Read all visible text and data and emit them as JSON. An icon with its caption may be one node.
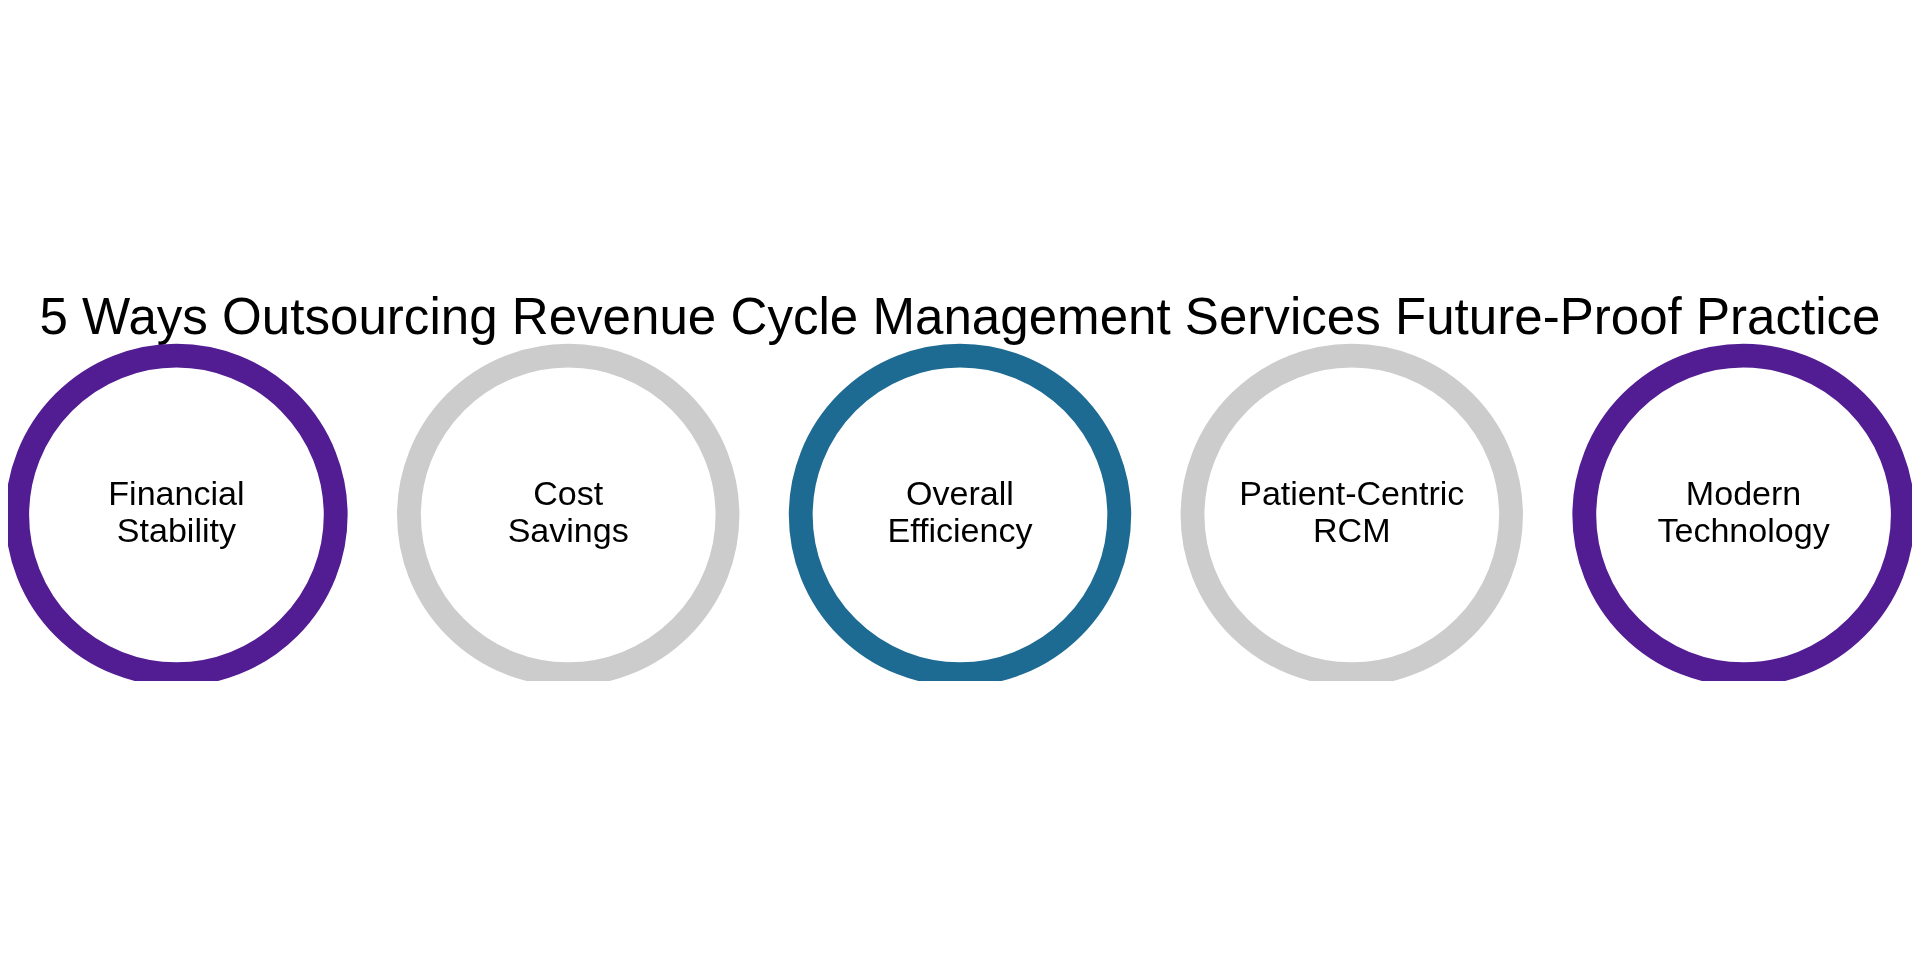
{
  "diagram": {
    "title": "5 Ways Outsourcing Revenue Cycle Management Services Future-Proof Practice",
    "nodes": [
      {
        "text": [
          "Financial Stability"
        ]
      },
      {
        "text": [
          "Cost Savings"
        ]
      },
      {
        "text": [
          "Overall Efficiency"
        ]
      },
      {
        "text": [
          "Patient-Centric RCM"
        ]
      },
      {
        "text": [
          "Modern Technology"
        ]
      }
    ]
  }
}
